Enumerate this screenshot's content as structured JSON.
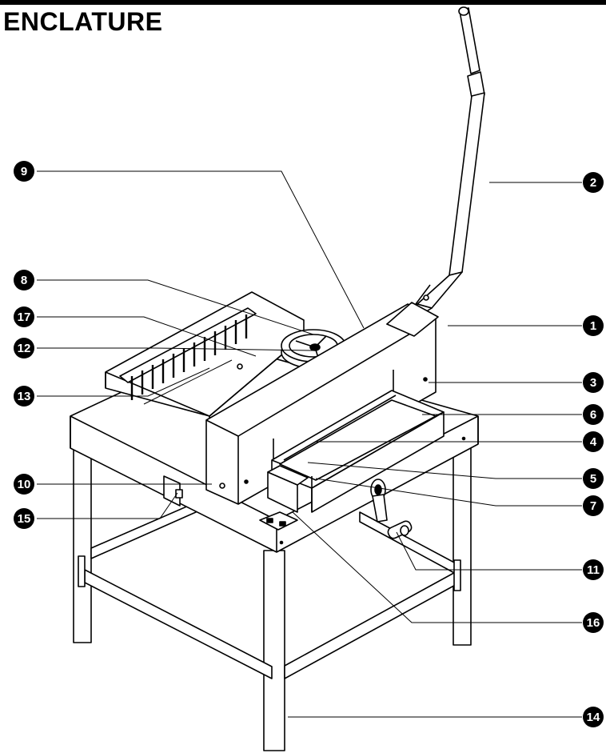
{
  "document": {
    "title": "ENCLATURE"
  },
  "callouts": [
    {
      "id": "c1",
      "label": "1"
    },
    {
      "id": "c2",
      "label": "2"
    },
    {
      "id": "c3",
      "label": "3"
    },
    {
      "id": "c4",
      "label": "4"
    },
    {
      "id": "c5",
      "label": "5"
    },
    {
      "id": "c6",
      "label": "6"
    },
    {
      "id": "c7",
      "label": "7"
    },
    {
      "id": "c8",
      "label": "8"
    },
    {
      "id": "c9",
      "label": "9"
    },
    {
      "id": "c10",
      "label": "10"
    },
    {
      "id": "c11",
      "label": "11"
    },
    {
      "id": "c12",
      "label": "12"
    },
    {
      "id": "c13",
      "label": "13"
    },
    {
      "id": "c14",
      "label": "14"
    },
    {
      "id": "c15",
      "label": "15"
    },
    {
      "id": "c16",
      "label": "16"
    },
    {
      "id": "c17",
      "label": "17"
    }
  ],
  "colors": {
    "ink": "#000000",
    "paper": "#ffffff",
    "shade": "#e8e8e8"
  }
}
